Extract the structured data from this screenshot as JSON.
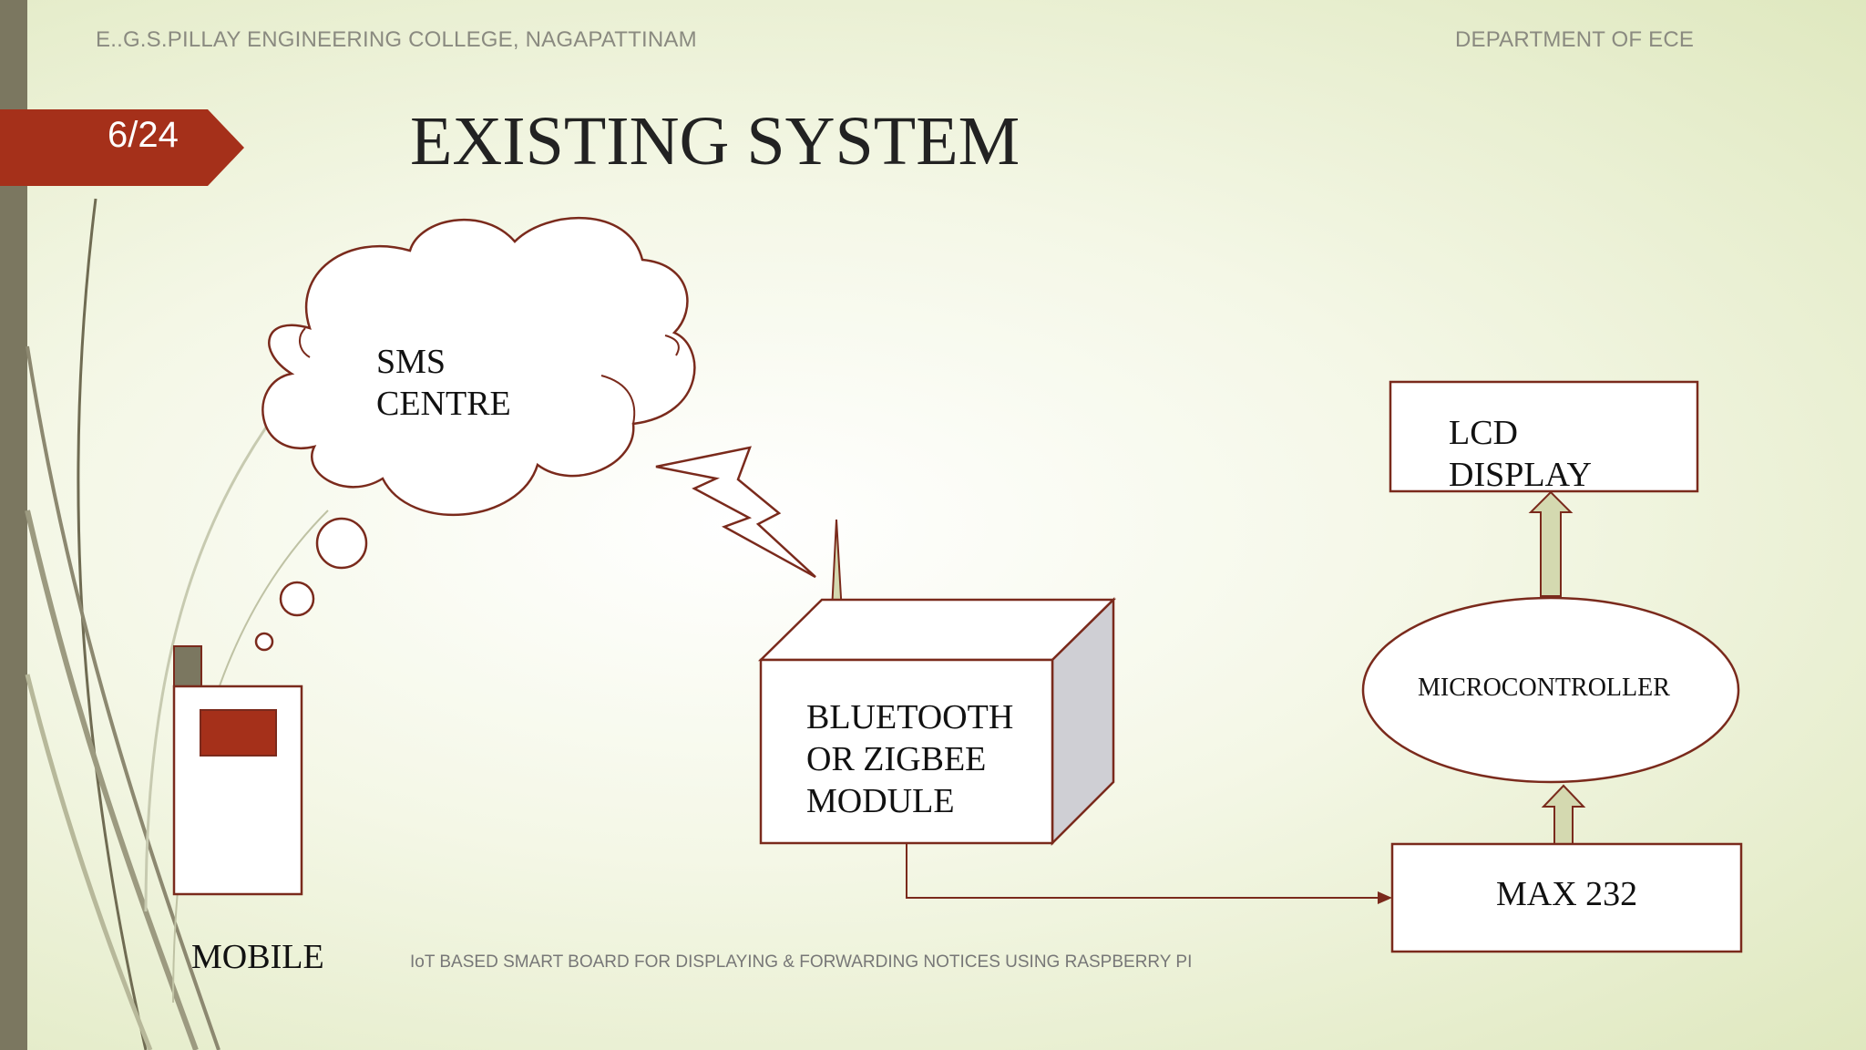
{
  "header": {
    "college": "E..G.S.PILLAY ENGINEERING COLLEGE, NAGAPATTINAM",
    "department": "DEPARTMENT OF ECE"
  },
  "page_number": "6/24",
  "title": "EXISTING SYSTEM",
  "diagram": {
    "cloud_label": "SMS\nCENTRE",
    "module_label": "BLUETOOTH\nOR ZIGBEE\nMODULE",
    "lcd_label": "LCD\nDISPLAY",
    "microcontroller_label": "MICROCONTROLLER",
    "max_label": "MAX 232",
    "mobile_label": "MOBILE"
  },
  "footer": "IoT BASED SMART BOARD FOR DISPLAYING & FORWARDING NOTICES USING RASPBERRY PI",
  "colors": {
    "accent": "#a5301a",
    "outline": "#7a2a1c",
    "arrow_fill": "#d4d9b0",
    "box_side": "#cfcfd4"
  }
}
